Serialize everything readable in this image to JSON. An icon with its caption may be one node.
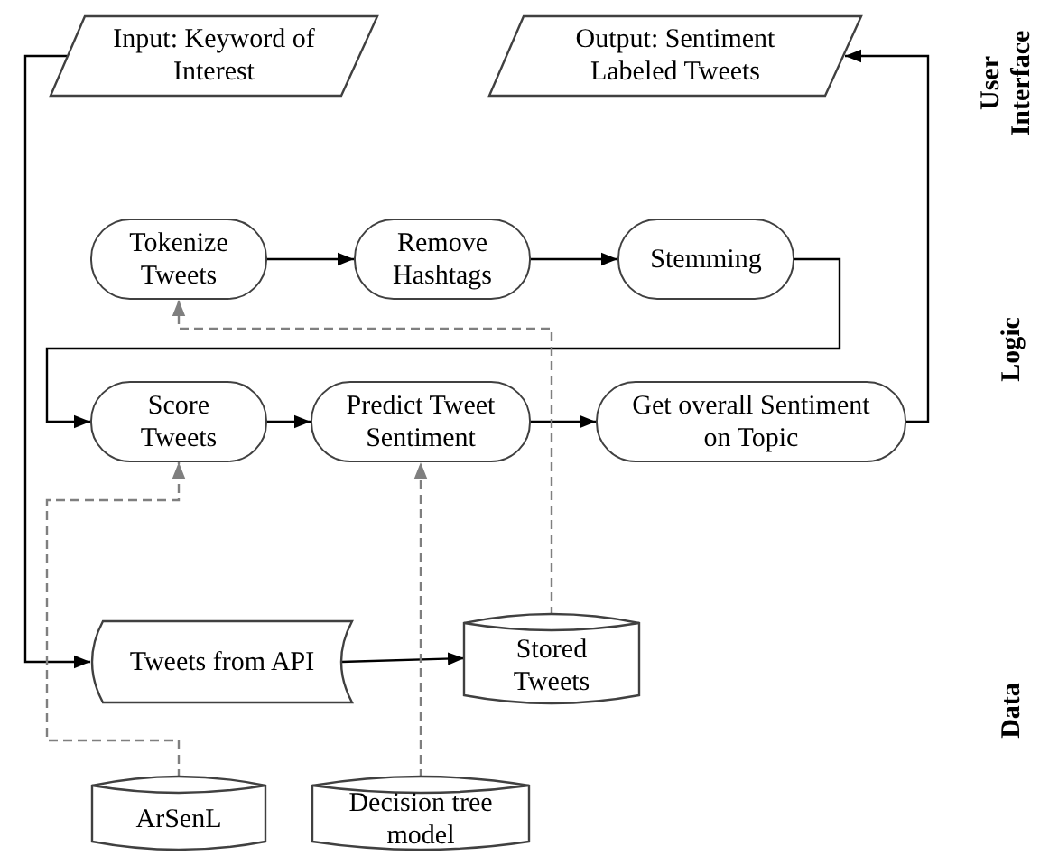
{
  "diagram": {
    "nodes": [
      {
        "text": [
          "Input: Keyword of Interest"
        ]
      },
      {
        "text": [
          "Output: Sentiment Labeled Tweets"
        ]
      },
      {
        "text": [
          "Tokenize Tweets"
        ]
      },
      {
        "text": [
          "Remove Hashtags"
        ]
      },
      {
        "text": [
          "Stemming"
        ]
      },
      {
        "text": [
          "Score Tweets"
        ]
      },
      {
        "text": [
          "Predict Tweet Sentiment"
        ]
      },
      {
        "text": [
          "Get overall Sentiment on Topic"
        ]
      },
      {
        "text": [
          "Tweets from API"
        ]
      },
      {
        "text": [
          "Stored Tweets"
        ]
      },
      {
        "text": [
          "ArSenL"
        ]
      },
      {
        "text": [
          "Decision tree model"
        ]
      }
    ],
    "edges": [
      {
        "from": 0,
        "to": 8,
        "arrow": "to"
      },
      {
        "from": 2,
        "to": 3,
        "arrow": "to"
      },
      {
        "from": 3,
        "to": 4,
        "arrow": "to"
      },
      {
        "from": 4,
        "to": 5,
        "arrow": "to"
      },
      {
        "from": 5,
        "to": 6,
        "arrow": "to"
      },
      {
        "from": 6,
        "to": 7,
        "arrow": "to"
      },
      {
        "from": 7,
        "to": 1,
        "arrow": "to"
      },
      {
        "from": 8,
        "to": 9,
        "arrow": "to"
      },
      {
        "from": 9,
        "to": 2,
        "arrow": "to",
        "style": "dashed",
        "color": "#7f7f7f"
      },
      {
        "from": 10,
        "to": 5,
        "arrow": "to",
        "style": "dashed",
        "color": "#7f7f7f"
      },
      {
        "from": 11,
        "to": 6,
        "arrow": "to",
        "style": "dashed",
        "color": "#7f7f7f"
      }
    ],
    "labels": [
      "User Interface",
      "Logic",
      "Data"
    ]
  }
}
